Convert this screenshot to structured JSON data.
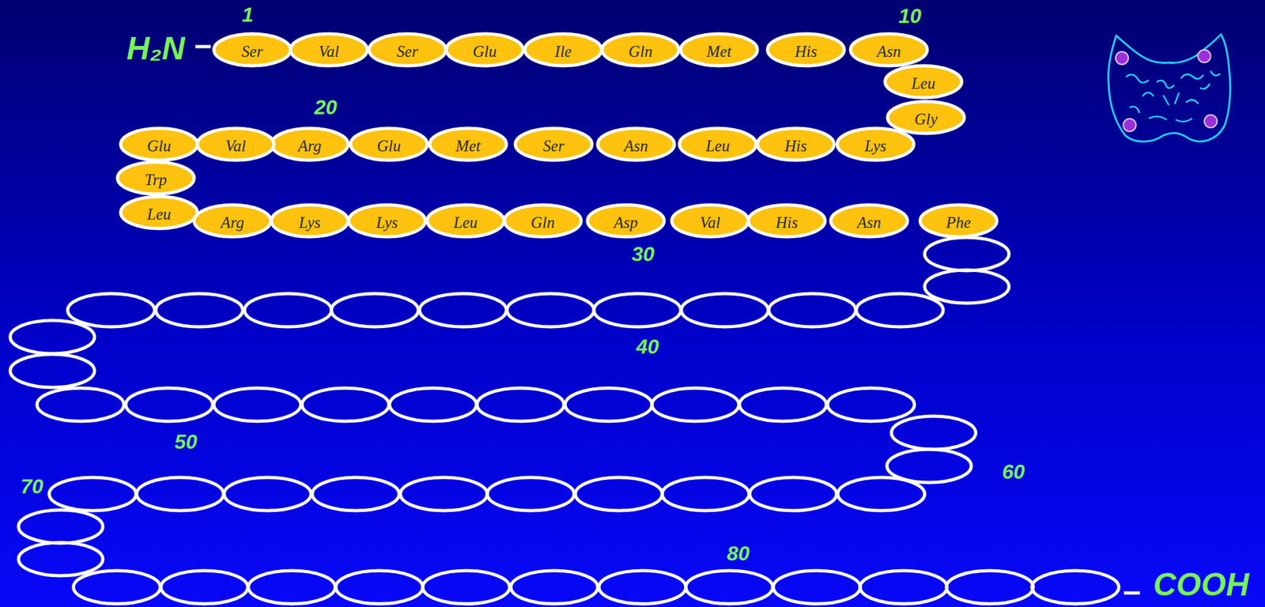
{
  "diagram": {
    "nodes": [
      {
        "text": [
          "Ser"
        ]
      },
      {
        "text": [
          "Val"
        ]
      },
      {
        "text": [
          "Ser"
        ]
      },
      {
        "text": [
          "Glu"
        ]
      },
      {
        "text": [
          "Ile"
        ]
      },
      {
        "text": [
          "Gln"
        ]
      },
      {
        "text": [
          "Met"
        ]
      },
      {
        "text": [
          "His"
        ]
      },
      {
        "text": [
          "Asn"
        ]
      },
      {
        "text": [
          "Leu"
        ]
      },
      {
        "text": [
          "Gly"
        ]
      },
      {
        "text": [
          "Lys"
        ]
      },
      {
        "text": [
          "His"
        ]
      },
      {
        "text": [
          "Leu"
        ]
      },
      {
        "text": [
          "Asn"
        ]
      },
      {
        "text": [
          "Ser"
        ]
      },
      {
        "text": [
          "Met"
        ]
      },
      {
        "text": [
          "Glu"
        ]
      },
      {
        "text": [
          "Arg"
        ]
      },
      {
        "text": [
          "Val"
        ]
      },
      {
        "text": [
          "Glu"
        ]
      },
      {
        "text": [
          "Trp"
        ]
      },
      {
        "text": [
          "Leu"
        ]
      },
      {
        "text": [
          "Arg"
        ]
      },
      {
        "text": [
          "Lys"
        ]
      },
      {
        "text": [
          "Lys"
        ]
      },
      {
        "text": [
          "Leu"
        ]
      },
      {
        "text": [
          "Gln"
        ]
      },
      {
        "text": [
          "Asp"
        ]
      },
      {
        "text": [
          "Val"
        ]
      },
      {
        "text": [
          "His"
        ]
      },
      {
        "text": [
          "Asn"
        ]
      },
      {
        "text": [
          "Phe"
        ]
      }
    ],
    "labels": [
      "H₂N",
      "COOH",
      "1",
      "10",
      "20",
      "30",
      "40",
      "50",
      "60",
      "70",
      "80"
    ]
  }
}
